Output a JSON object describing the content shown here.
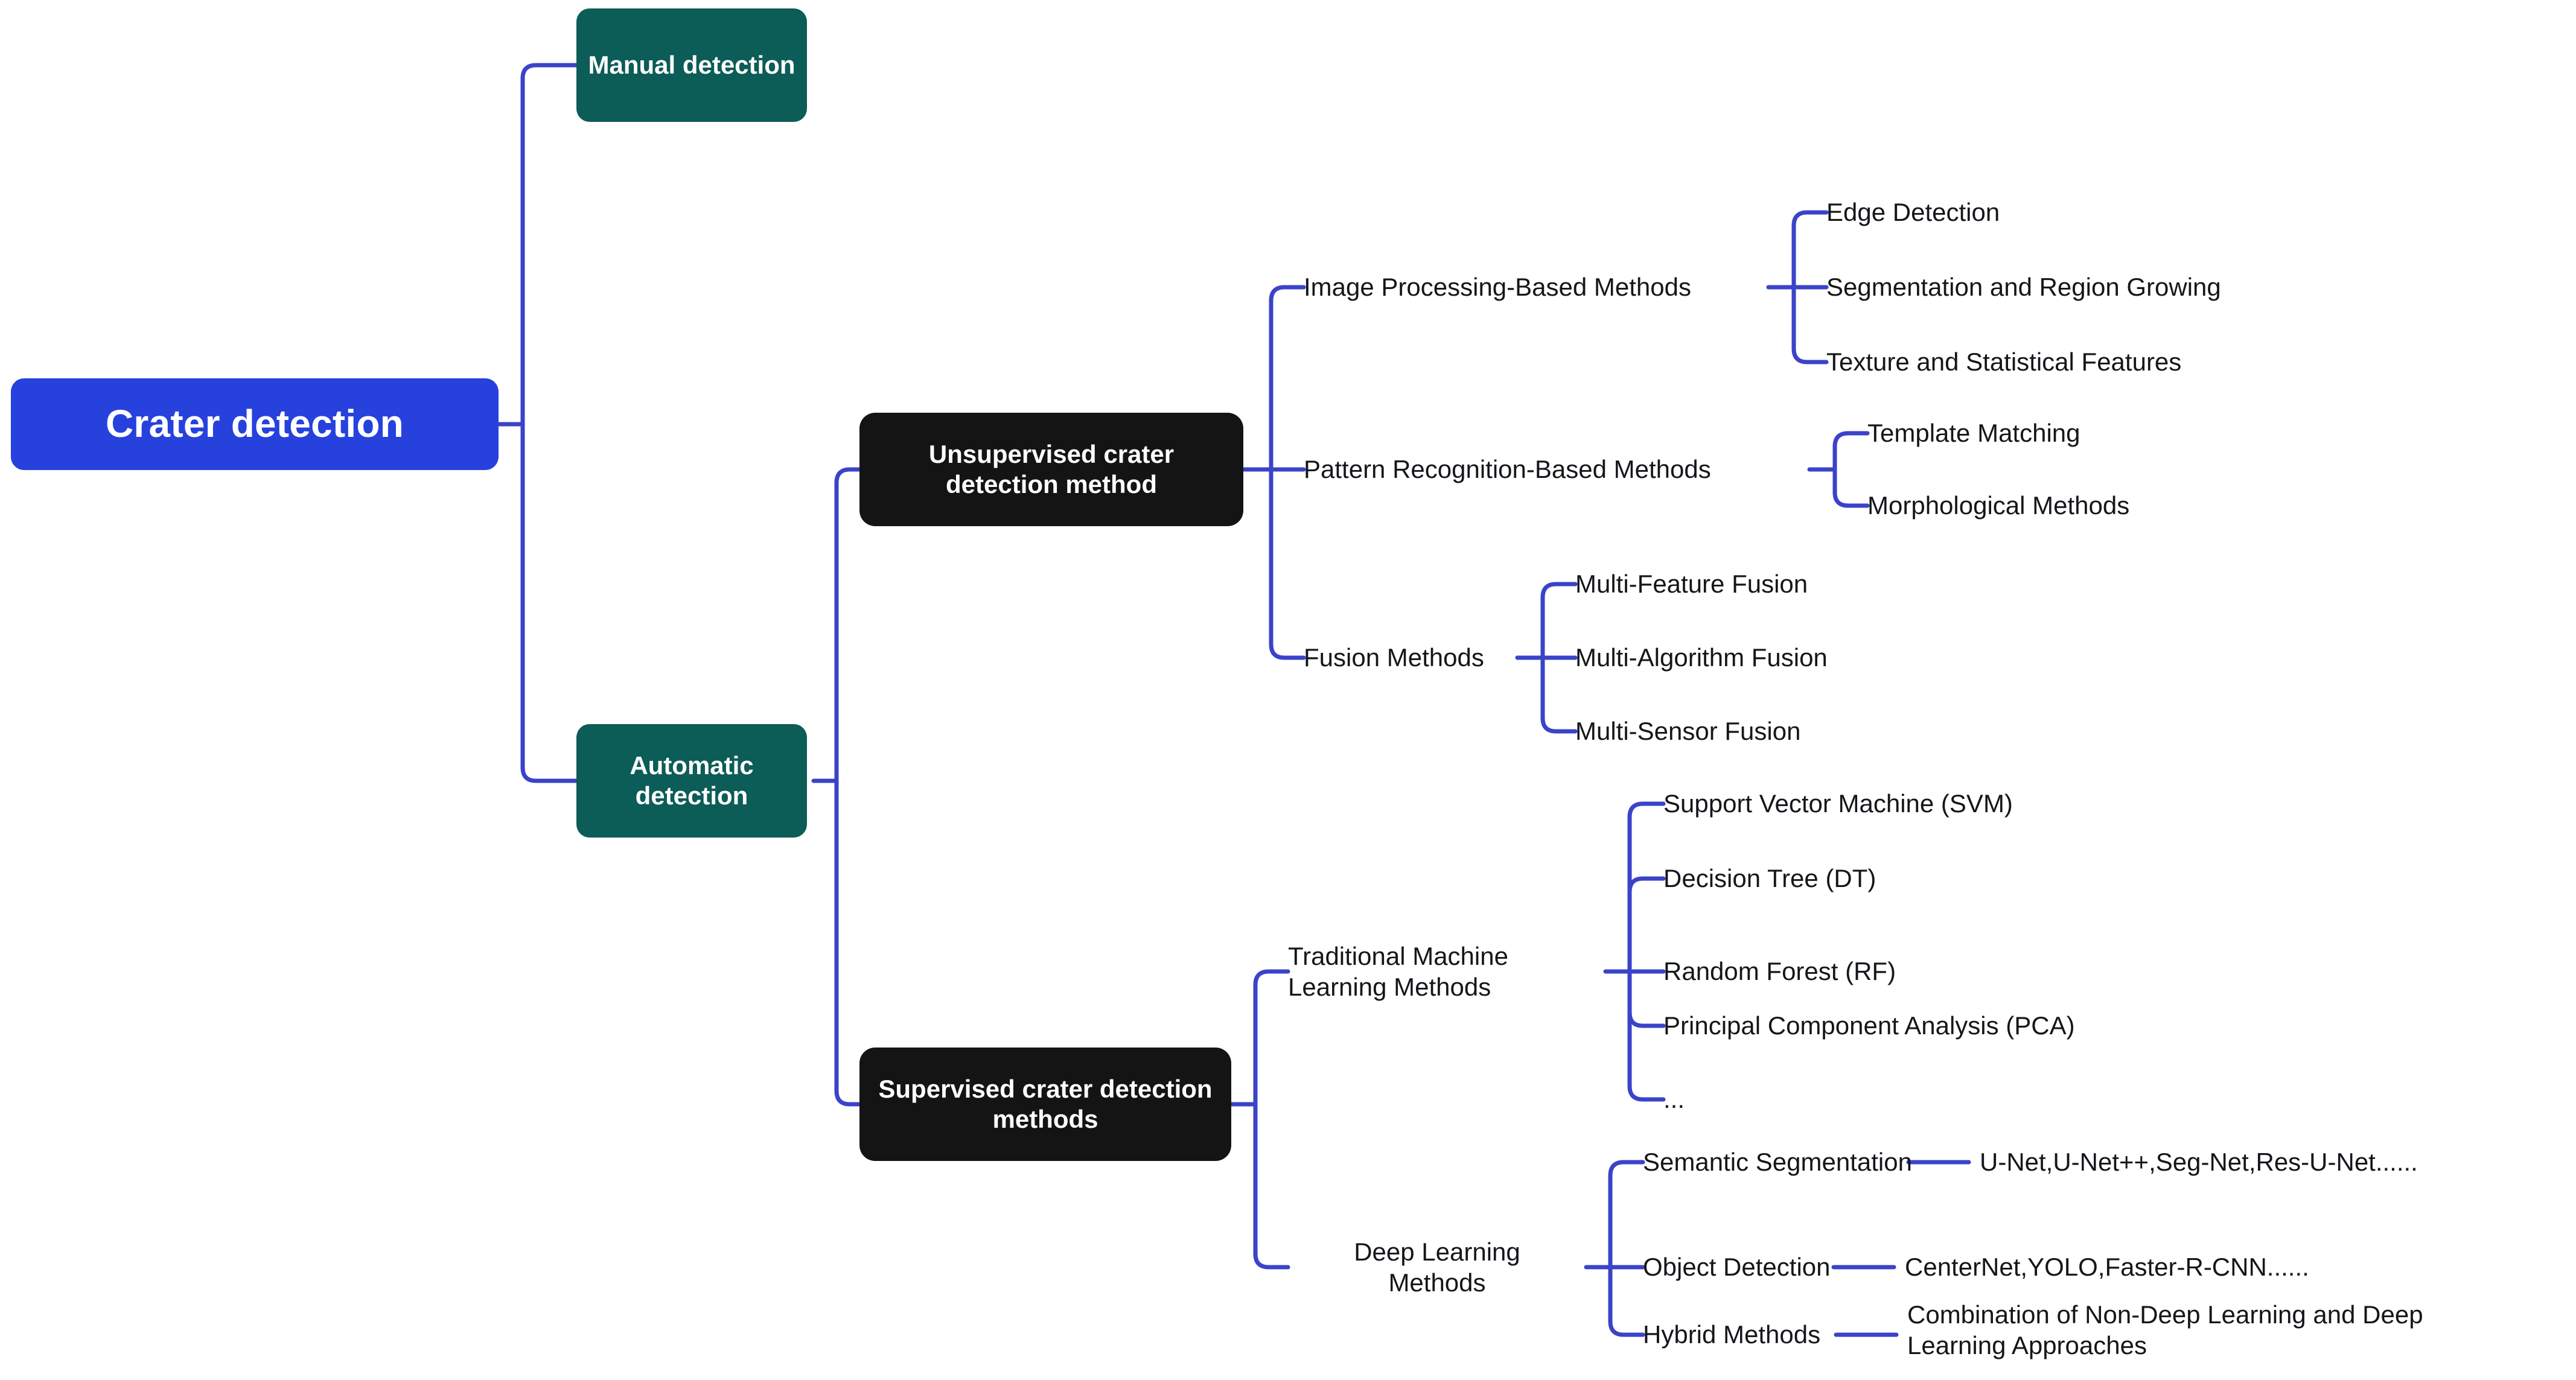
{
  "diagram": {
    "title": "Crater detection",
    "type": "mind-map",
    "colors": {
      "root_fill": "#2741dd",
      "level1_fill": "#0c5c57",
      "level2_fill": "#141414",
      "link_stroke": "#3a43c9",
      "text": "#14161a",
      "background": "#ffffff"
    }
  },
  "nodes": {
    "root": {
      "label": "Crater detection"
    },
    "manual_detection": {
      "label": "Manual\ndetection"
    },
    "automatic_detection": {
      "label": "Automatic\ndetection"
    },
    "unsupervised": {
      "label": "Unsupervised crater\ndetection method"
    },
    "supervised": {
      "label": "Supervised crater\ndetection methods"
    },
    "image_processing": {
      "label": "Image Processing-Based Methods"
    },
    "edge_detection": {
      "label": "Edge Detection"
    },
    "segmentation_region_growing": {
      "label": "Segmentation and Region Growing"
    },
    "texture_statistical": {
      "label": "Texture and Statistical Features"
    },
    "pattern_recognition": {
      "label": "Pattern Recognition-Based Methods"
    },
    "template_matching": {
      "label": "Template Matching"
    },
    "morphological_methods": {
      "label": "Morphological Methods"
    },
    "fusion_methods": {
      "label": "Fusion Methods"
    },
    "multi_feature_fusion": {
      "label": "Multi-Feature Fusion"
    },
    "multi_algorithm_fusion": {
      "label": "Multi-Algorithm Fusion"
    },
    "multi_sensor_fusion": {
      "label": "Multi-Sensor Fusion"
    },
    "traditional_ml": {
      "label": "Traditional Machine\nLearning Methods"
    },
    "svm": {
      "label": "Support Vector Machine (SVM)"
    },
    "decision_tree": {
      "label": "Decision Tree (DT)"
    },
    "random_forest": {
      "label": "Random Forest (RF)"
    },
    "pca": {
      "label": "Principal Component Analysis (PCA)"
    },
    "more_ellipsis": {
      "label": "..."
    },
    "deep_learning": {
      "label": "Deep Learning\nMethods"
    },
    "semantic_segmentation": {
      "label": "Semantic Segmentation"
    },
    "semantic_segmentation_models": {
      "label": "U-Net,U-Net++,Seg-Net,Res-U-Net......"
    },
    "object_detection": {
      "label": "Object Detection"
    },
    "object_detection_models": {
      "label": "CenterNet,YOLO,Faster-R-CNN......"
    },
    "hybrid_methods": {
      "label": "Hybrid Methods"
    },
    "hybrid_methods_desc": {
      "label": "Combination of Non-Deep Learning and Deep\nLearning Approaches"
    }
  }
}
